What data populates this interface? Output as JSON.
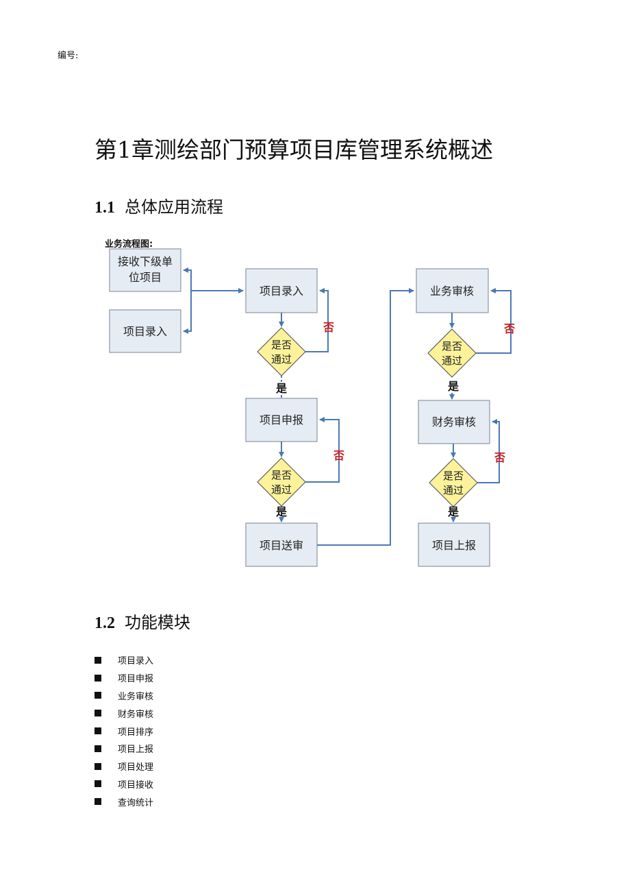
{
  "doc_number_label": "编号:",
  "chapter_title": "第1章测绘部门预算项目库管理系统概述",
  "sections": [
    {
      "num": "1.1",
      "title": "总体应用流程"
    },
    {
      "num": "1.2",
      "title": "功能模块"
    }
  ],
  "flow": {
    "caption": "业务流程图:",
    "receive_line1": "接收下级单",
    "receive_line2": "位项目",
    "entry_left": "项目录入",
    "entry": "项目录入",
    "submit": "项目申报",
    "send_review": "项目送审",
    "biz_review": "业务审核",
    "fin_review": "财务审核",
    "report_up": "项目上报",
    "diamond_line1": "是否",
    "diamond_line2": "通过",
    "yes": "是",
    "no": "否"
  },
  "modules": [
    "项目录入",
    "项目申报",
    "业务审核",
    "财务审核",
    "项目排序",
    "项目上报",
    "项目处理",
    "项目接收",
    "查询统计"
  ]
}
